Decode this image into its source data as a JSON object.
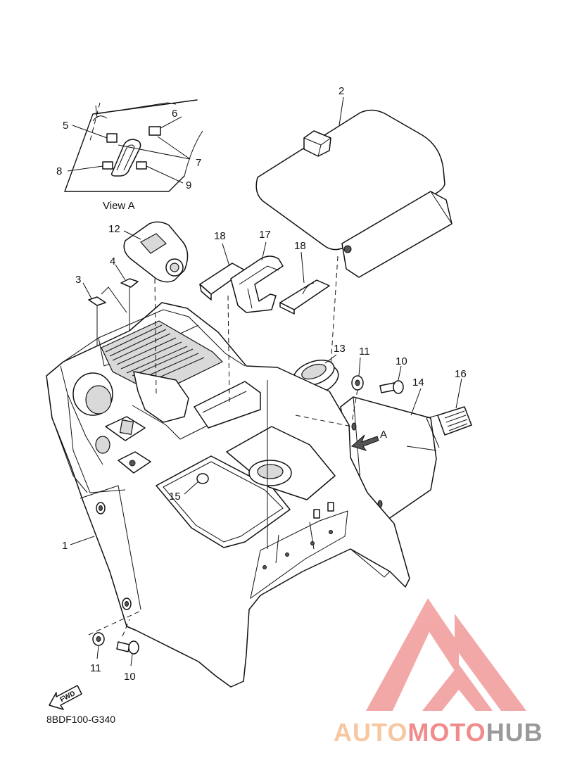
{
  "callouts": {
    "c1": "1",
    "c2": "2",
    "c3": "3",
    "c4": "4",
    "c5": "5",
    "c6": "6",
    "c7": "7",
    "c8": "8",
    "c9": "9",
    "c10a": "10",
    "c10b": "10",
    "c11a": "11",
    "c11b": "11",
    "c12": "12",
    "c13": "13",
    "c14": "14",
    "c15": "15",
    "c16": "16",
    "c17": "17",
    "c18a": "18",
    "c18b": "18"
  },
  "view_label": "View A",
  "view_ref": "A",
  "fwd_label": "FWD",
  "diagram_code": "8BDF100-G340",
  "watermark": {
    "part1": "AUTO",
    "part2": "MOTO",
    "part3": "HUB"
  },
  "colors": {
    "line": "#111111",
    "watermark_orange": "#f6c7a1",
    "watermark_red": "#f08c8c",
    "watermark_grey": "#9a9a9a"
  }
}
